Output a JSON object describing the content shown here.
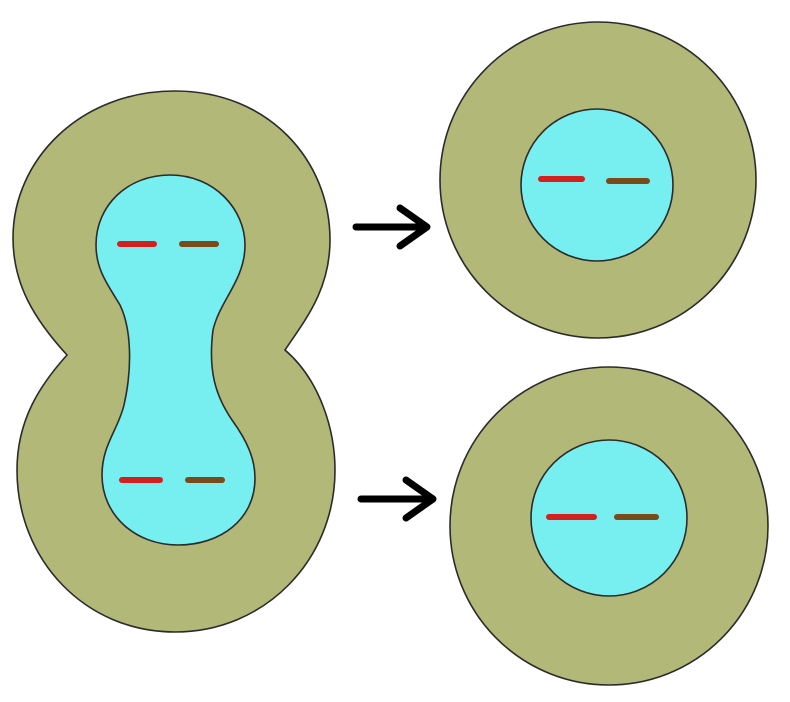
{
  "colors": {
    "cytoplasm": "#b2b877",
    "nucleus": "#77eff0",
    "outline": "#2b2b2b",
    "chromosome_a": "#d41f1f",
    "chromosome_b": "#7a4a1a",
    "arrow": "#000000"
  },
  "parts": {
    "dividing_cell": "dividing-cell",
    "daughter_top": "daughter-cell-top",
    "daughter_bottom": "daughter-cell-bottom",
    "arrow_icon": "arrow-right-icon"
  }
}
